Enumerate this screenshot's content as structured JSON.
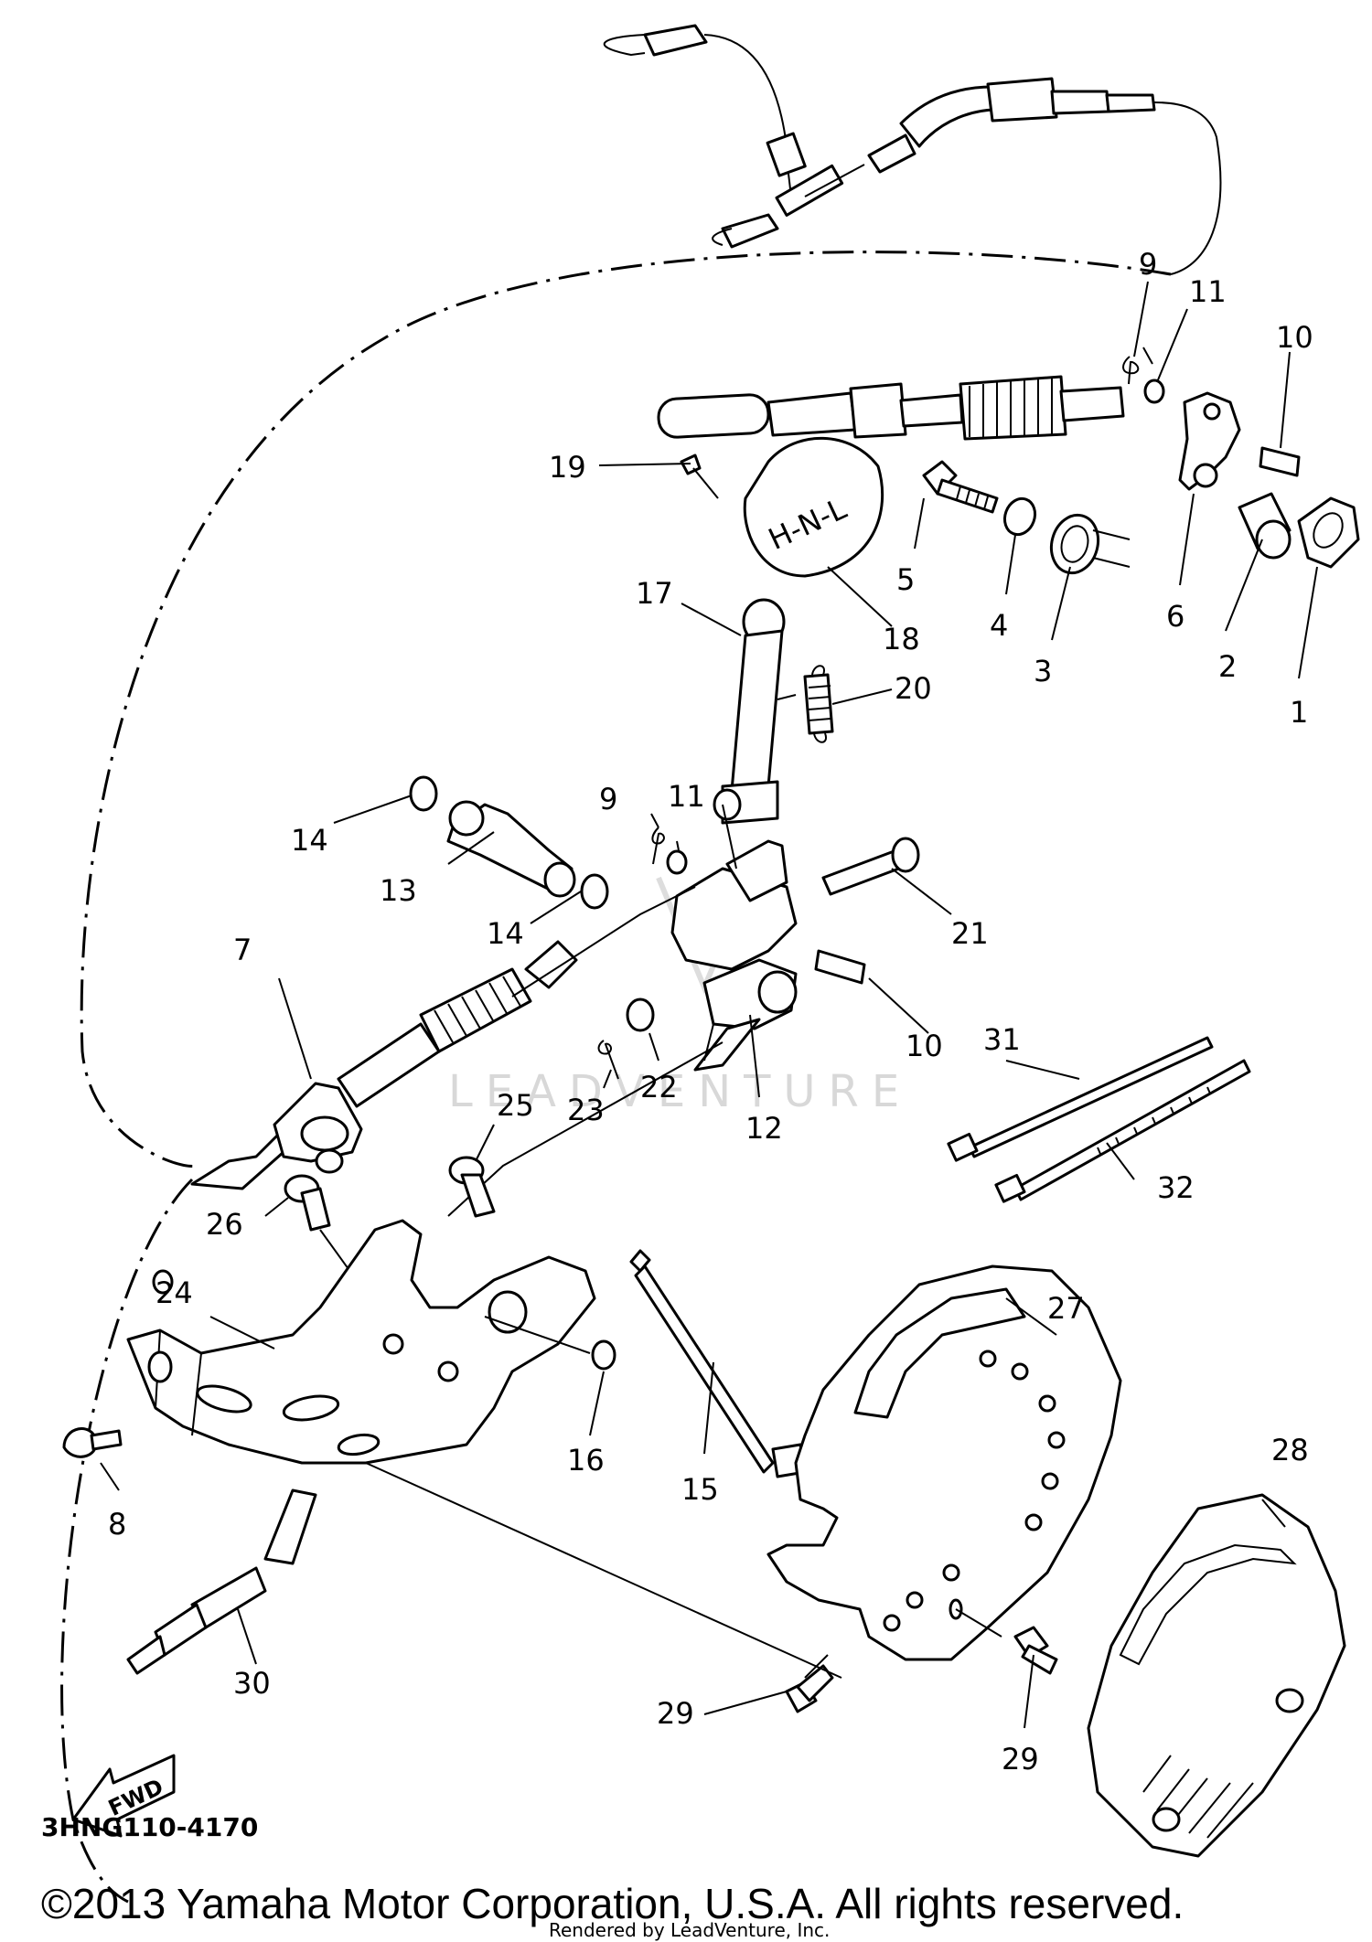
{
  "diagram_code": "3HNG110-4170",
  "direction_label": "FWD",
  "watermark": "LEADVENTURE",
  "copyright": "©2013 Yamaha Motor Corporation, U.S.A. All rights reserved.",
  "rendered_by": "Rendered by LeadVenture, Inc.",
  "callouts": {
    "c1": "1",
    "c2": "2",
    "c3": "3",
    "c4": "4",
    "c5": "5",
    "c6": "6",
    "c7": "7",
    "c8": "8",
    "c9a": "9",
    "c9b": "9",
    "c10a": "10",
    "c10b": "10",
    "c11a": "11",
    "c11b": "11",
    "c12": "12",
    "c13": "13",
    "c14a": "14",
    "c14b": "14",
    "c15": "15",
    "c16": "16",
    "c17": "17",
    "c18": "18",
    "c19": "19",
    "c20": "20",
    "c21": "21",
    "c22": "22",
    "c23": "23",
    "c24": "24",
    "c25": "25",
    "c26": "26",
    "c27": "27",
    "c28": "28",
    "c29a": "29",
    "c29b": "29",
    "c30": "30",
    "c31": "31",
    "c32": "32"
  },
  "knob_text": "H-N-L"
}
